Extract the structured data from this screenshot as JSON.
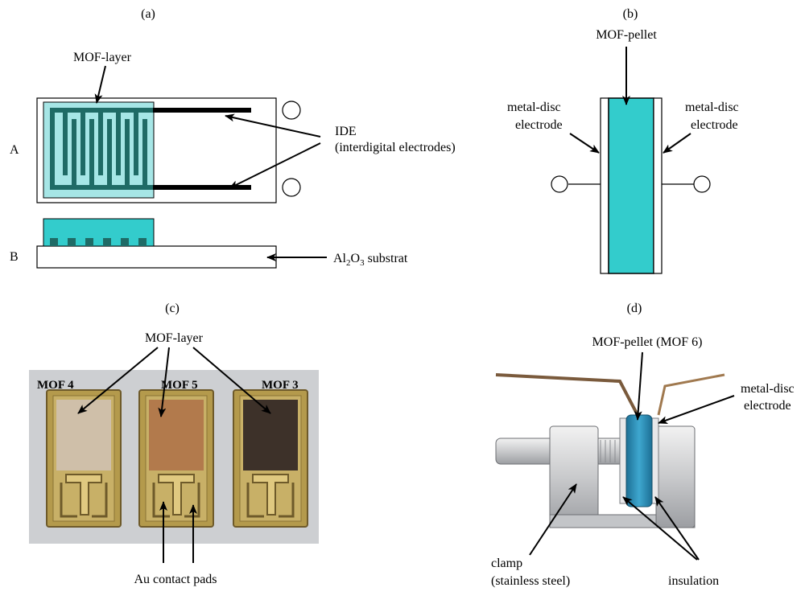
{
  "panel_a": {
    "title": "(a)",
    "row_a_label": "A",
    "row_b_label": "B",
    "mof_layer_label": "MOF-layer",
    "ide_label_line1": "IDE",
    "ide_label_line2": "(interdigital electrodes)",
    "substrate_label_prefix": "Al",
    "substrate_sub1": "2",
    "substrate_mid": "O",
    "substrate_sub2": "3",
    "substrate_suffix": " substrat",
    "colors": {
      "mof": "#a6e6e6",
      "electrode": "#1f6b66",
      "lead": "#000000"
    }
  },
  "panel_b": {
    "title": "(b)",
    "pellet_label": "MOF-pellet",
    "left_electrode_line1": "metal-disc",
    "left_electrode_line2": "electrode",
    "right_electrode_line1": "metal-disc",
    "right_electrode_line2": "electrode",
    "colors": {
      "pellet": "#33cccc"
    }
  },
  "panel_c": {
    "title": "(c)",
    "mof_layer_label": "MOF-layer",
    "samples": [
      {
        "label": "MOF 4",
        "color": "#cfbfa9"
      },
      {
        "label": "MOF 5",
        "color": "#b27a4c"
      },
      {
        "label": "MOF 3",
        "color": "#3d3129"
      }
    ],
    "contact_label": "Au contact pads",
    "colors": {
      "background": "#cdcfd2",
      "chip": "#b49a4c"
    }
  },
  "panel_d": {
    "title": "(d)",
    "pellet_label": "MOF-pellet (MOF 6)",
    "electrode_line1": "metal-disc",
    "electrode_line2": "electrode",
    "clamp_line1": "clamp",
    "clamp_line2": "(stainless steel)",
    "insulation_label": "insulation",
    "colors": {
      "pellet": "#2e8fb8",
      "metal": "#d9dadb",
      "wire": "#7a5a3c"
    }
  }
}
